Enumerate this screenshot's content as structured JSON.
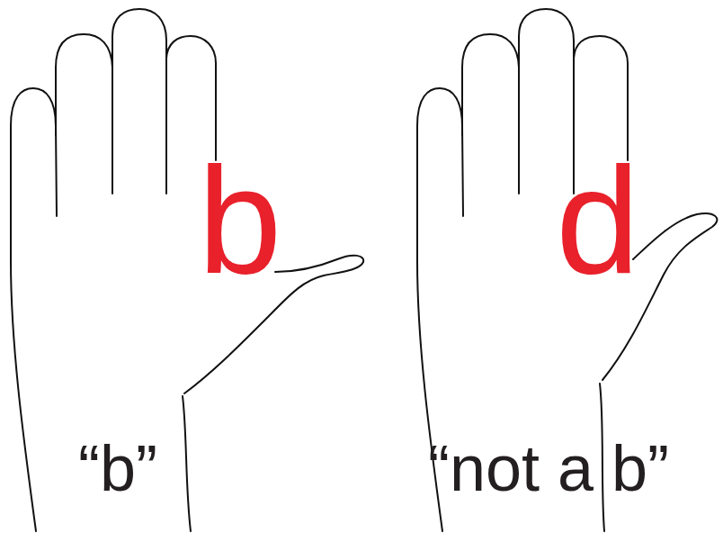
{
  "diagram": {
    "labels": [
      "b",
      "d",
      "“b”",
      "“not a b”"
    ]
  }
}
